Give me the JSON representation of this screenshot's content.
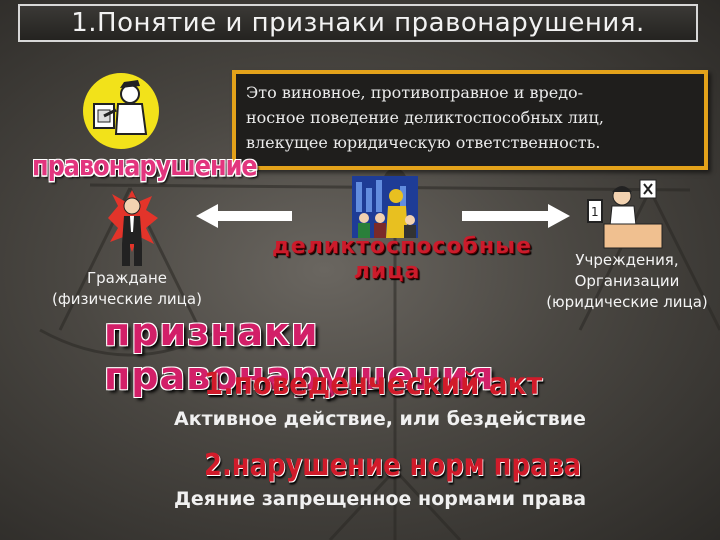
{
  "title": "1.Понятие и признаки правонарушения.",
  "definition": {
    "line1": "Это виновное, противоправное и вредо-",
    "line2": "носное поведение деликтоспособных лиц,",
    "line3": "влекущее юридическую ответственность."
  },
  "labels": {
    "pravonarushenie": "правонарушение",
    "deliktosposobnye_1": "деликтоспособные",
    "deliktosposobnye_2": "лица",
    "grazhdane_1": "Граждане",
    "grazhdane_2": "(физические лица)",
    "uchrezhdeniya_1": "Учреждения,",
    "uchrezhdeniya_2": "Организации",
    "uchrezhdeniya_3": "(юридические лица)"
  },
  "priznaki": {
    "heading": "признаки правонарушения",
    "item1_title": "1.поведенческий акт",
    "item1_text": "Активное действие, или бездействие",
    "item2_title": "2.нарушение норм права",
    "item2_text": "Деяние запрещенное нормами права"
  },
  "colors": {
    "frame_accent": "#e3a21a",
    "wordart_pink": "#d21f68",
    "wordart_red": "#d11b2a"
  }
}
